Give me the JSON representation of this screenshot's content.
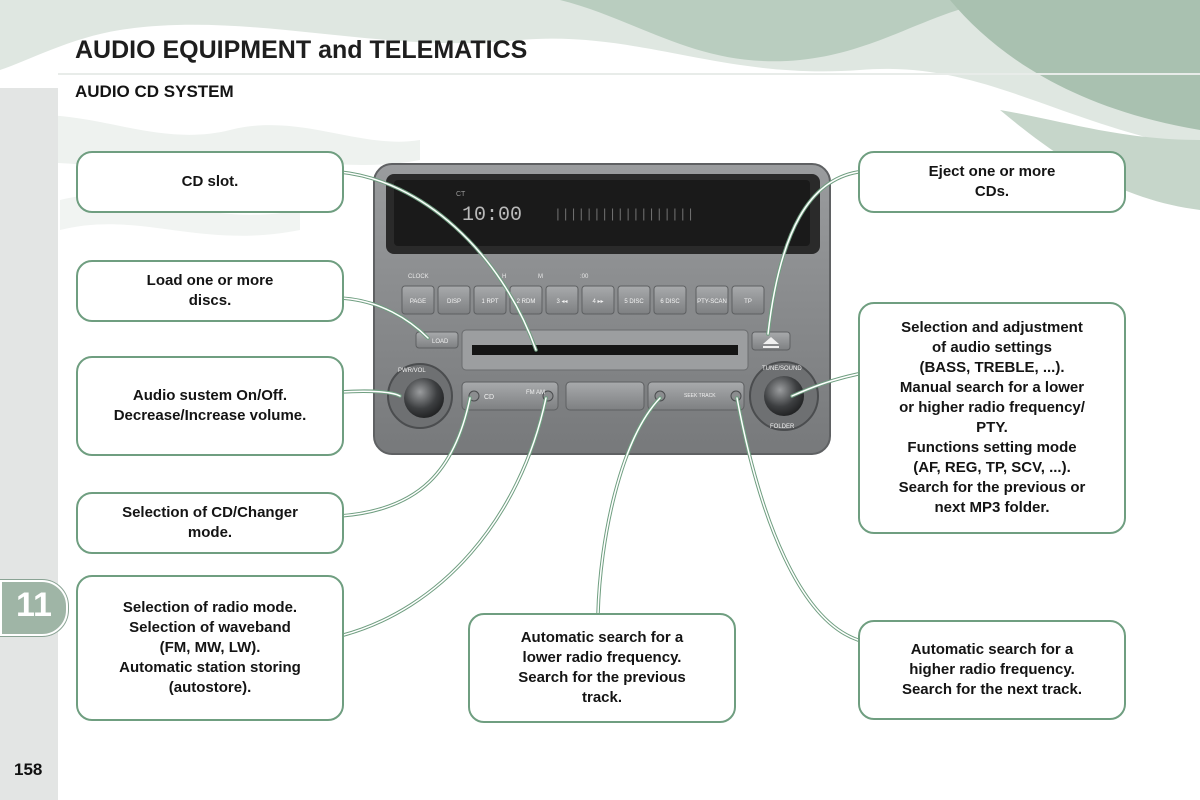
{
  "header": {
    "title": "AUDIO EQUIPMENT and TELEMATICS",
    "subtitle": "AUDIO CD SYSTEM"
  },
  "chapter": {
    "number": "11"
  },
  "page": {
    "number": "158"
  },
  "radio_unit": {
    "display": {
      "ct_label": "CT",
      "clock": "10:00",
      "text_segments": "||||||||||||||||||"
    },
    "top_labels": {
      "clock": "CLOCK",
      "h": "H",
      "m": "M",
      "plusminus": ":00"
    },
    "buttons": [
      "PAGE",
      "DISP",
      "1 RPT",
      "2 RDM",
      "3 ◂◂",
      "4 ▸▸",
      "5 DISC",
      "6 DISC",
      "PTY-SCAN",
      "TP"
    ],
    "load_label": "LOAD",
    "cd_label": "CD",
    "fm_am_label": "FM AM",
    "seek_track_label": "SEEK TRACK",
    "knob_left_label": "PWR/VOL",
    "knob_right_label": "TUNE/SOUND",
    "knob_right_bottom_label": "FOLDER"
  },
  "callouts": {
    "cd_slot": [
      "CD slot."
    ],
    "load": [
      "Load one or more",
      "discs."
    ],
    "power": [
      "Audio sustem On/Off.",
      "Decrease/Increase volume."
    ],
    "cd_changer": [
      "Selection of CD/Changer",
      "mode."
    ],
    "radio_mode": [
      "Selection of radio mode.",
      "Selection of waveband",
      "(FM, MW, LW).",
      "Automatic station storing",
      "(autostore)."
    ],
    "seek_down": [
      "Automatic search for a",
      "lower radio frequency.",
      "Search for the previous",
      "track."
    ],
    "eject": [
      "Eject one or more",
      "CDs."
    ],
    "audio_settings": [
      "Selection and adjustment",
      "of audio settings",
      "(BASS, TREBLE, ...).",
      "Manual search for a lower",
      "or higher radio frequency/",
      "PTY.",
      "Functions setting mode",
      "(AF, REG, TP, SCV, ...).",
      "Search for the previous or",
      "next MP3 folder."
    ],
    "seek_up": [
      "Automatic search for a",
      "higher radio frequency.",
      "Search for the next track."
    ]
  },
  "colors": {
    "accent_green": "#6f9e80",
    "panel_gray": "#8a8c8e",
    "display_black": "#1a1a1a"
  }
}
